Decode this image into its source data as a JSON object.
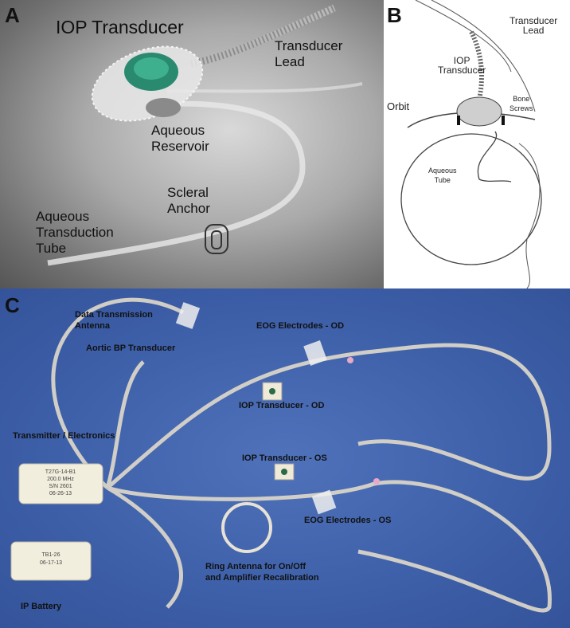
{
  "panel_a": {
    "letter": "A",
    "title": "IOP Transducer",
    "labels": {
      "transducer_lead": "Transducer\nLead",
      "aqueous_reservoir": "Aqueous\nReservoir",
      "scleral_anchor": "Scleral\nAnchor",
      "aqueous_tube": "Aqueous\nTransduction\nTube"
    }
  },
  "panel_b": {
    "letter": "B",
    "labels": {
      "transducer_lead": "Transducer\nLead",
      "iop_transducer": "IOP\nTransducer",
      "orbit": "Orbit",
      "bone_screws": "Bone\nScrews",
      "aqueous_tube": "Aqueous\nTube"
    }
  },
  "panel_c": {
    "letter": "C",
    "labels": {
      "data_antenna": "Data Transmission\nAntenna",
      "aortic_bp": "Aortic BP Transducer",
      "eog_od": "EOG Electrodes - OD",
      "iop_od": "IOP Transducer - OD",
      "transmitter": "Transmitter / Electronics",
      "iop_os": "IOP Transducer - OS",
      "eog_os": "EOG Electrodes - OS",
      "ring_antenna": "Ring Antenna for On/Off\nand Amplifier Recalibration",
      "ip_battery": "IP Battery"
    },
    "transmitter_label": [
      "T27G-14-B1",
      "200.0 MHz",
      "S/N 2601",
      "06-26-13"
    ],
    "battery_label": [
      "TB1-26",
      "06-17-13"
    ]
  }
}
